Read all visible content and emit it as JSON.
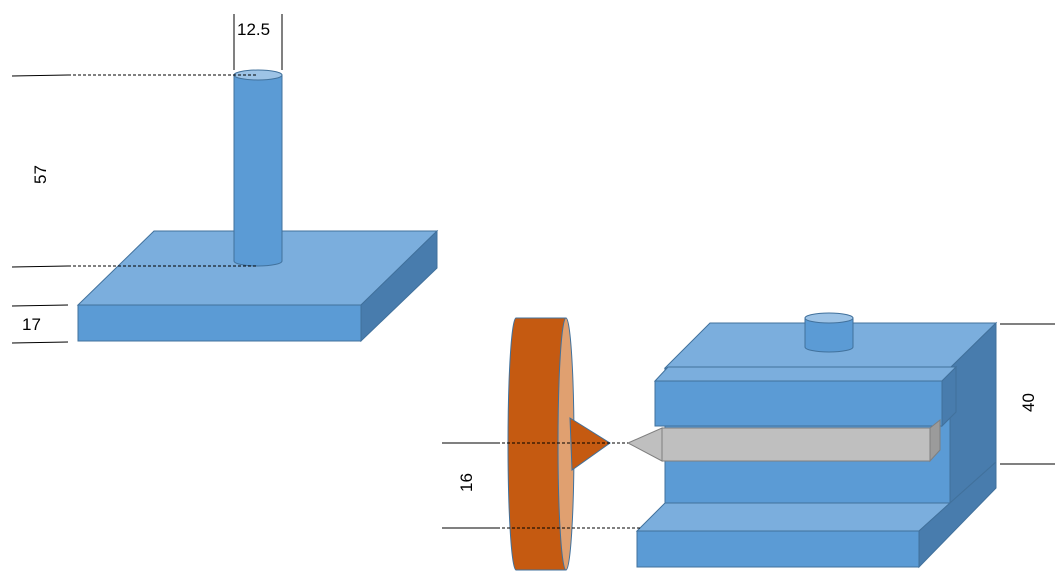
{
  "dimensions": {
    "pin_diameter": "12.5",
    "pin_height": "57",
    "plate_thickness": "17",
    "disk_offset": "16",
    "block_height": "40"
  },
  "colors": {
    "blue": "#5B9BD5",
    "blue_top": "#7BAEDD",
    "blue_side": "#487CAD",
    "orange": "#C55A11",
    "orange_face": "#E0A070",
    "gray": "#BFBFBF"
  }
}
